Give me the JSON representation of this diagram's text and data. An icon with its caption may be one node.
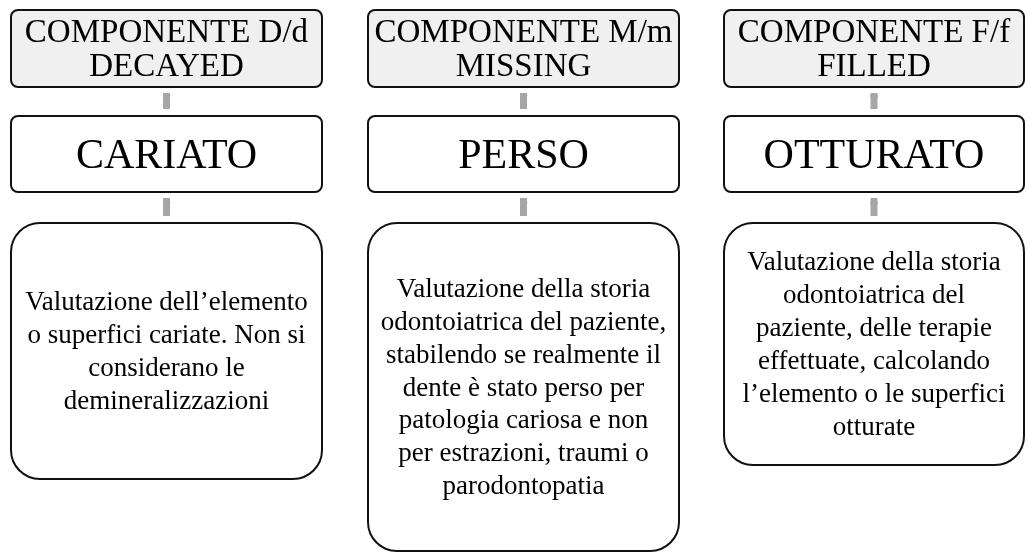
{
  "diagram": {
    "nodes": [
      {
        "text": [
          "COMPONENTE D/d DECAYED"
        ]
      },
      {
        "text": [
          "COMPONENTE M/m MISSING"
        ]
      },
      {
        "text": [
          "COMPONENTE F/f FILLED"
        ]
      },
      {
        "text": [
          "CARIATO"
        ]
      },
      {
        "text": [
          "PERSO"
        ]
      },
      {
        "text": [
          "OTTURATO"
        ]
      },
      {
        "text": [
          "Valutazione dell’elemento o superfici cariate. Non si considerano le demineralizzazioni"
        ]
      },
      {
        "text": [
          "Valutazione della storia odontoiatrica del paziente, stabilendo se realmente il dente è stato perso per patologia cariosa e non per estrazioni, traumi o parodontopatia"
        ]
      },
      {
        "text": [
          "Valutazione della storia odontoiatrica del paziente, delle terapie effettuate, calcolando l’elemento o le superfici otturate"
        ]
      }
    ],
    "edges": [
      {
        "from": 0,
        "to": 3,
        "arrow": "to"
      },
      {
        "from": 3,
        "to": 6,
        "arrow": "to"
      },
      {
        "from": 1,
        "to": 4,
        "arrow": "to"
      },
      {
        "from": 4,
        "to": 7,
        "arrow": "to"
      },
      {
        "from": 2,
        "to": 5,
        "arrow": "to"
      },
      {
        "from": 5,
        "to": 8,
        "arrow": "to"
      }
    ]
  }
}
